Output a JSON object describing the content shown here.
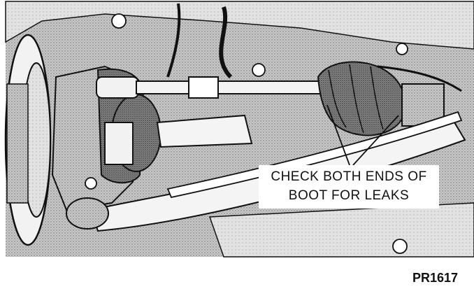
{
  "callout": {
    "line1": "CHECK BOTH ENDS OF",
    "line2": "BOOT FOR LEAKS"
  },
  "figure_id": "PR1617",
  "colors": {
    "ink": "#111111",
    "shade": "#9a9a9a",
    "light": "#d8d8d8",
    "paper": "#ffffff"
  }
}
